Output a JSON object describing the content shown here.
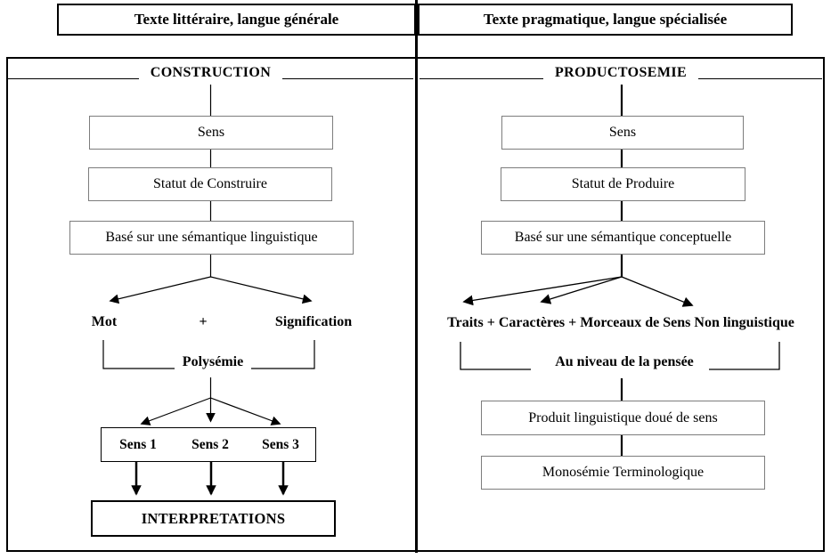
{
  "headers": {
    "left": "Texte littéraire, langue générale",
    "right": "Texte pragmatique, langue spécialisée"
  },
  "left_column": {
    "title": "CONSTRUCTION",
    "boxes": {
      "sens": "Sens",
      "statut": "Statut de Construire",
      "base": "Basé sur une sémantique linguistique"
    },
    "split_labels": {
      "mot": "Mot",
      "plus": "+",
      "signification": "Signification"
    },
    "bracket_label": "Polysémie",
    "senses": [
      "Sens 1",
      "Sens 2",
      "Sens 3"
    ],
    "result": "INTERPRETATIONS"
  },
  "right_column": {
    "title": "PRODUCTOSEMIE",
    "boxes": {
      "sens": "Sens",
      "statut": "Statut de Produire",
      "base": "Basé sur une sémantique conceptuelle"
    },
    "split_label": "Traits + Caractères + Morceaux de Sens Non linguistique",
    "bracket_label": "Au niveau de la pensée",
    "product": "Produit linguistique doué de sens",
    "monosemie": "Monosémie Terminologique"
  },
  "colors": {
    "line": "#000000",
    "box_border": "#7d7d7d"
  }
}
